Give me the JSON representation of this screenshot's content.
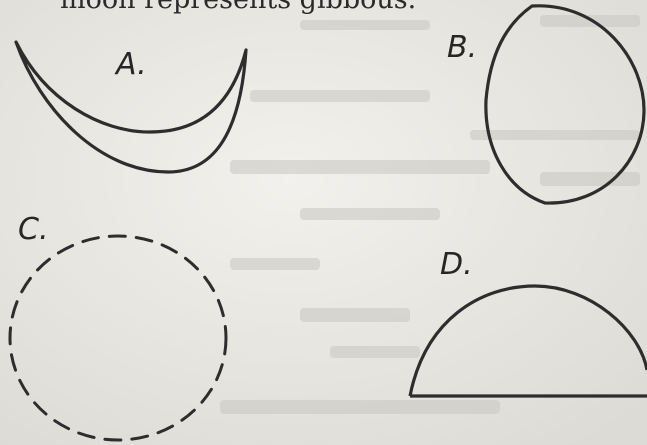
{
  "question": {
    "partial_stem": "moon represents gibbous."
  },
  "options": [
    {
      "letter": "A.",
      "shape": "crescent"
    },
    {
      "letter": "B.",
      "shape": "gibbous"
    },
    {
      "letter": "C.",
      "shape": "dashed-circle"
    },
    {
      "letter": "D.",
      "shape": "half-moon"
    }
  ],
  "colors": {
    "paper": "#efeeea",
    "ink": "#2d2d2d"
  }
}
